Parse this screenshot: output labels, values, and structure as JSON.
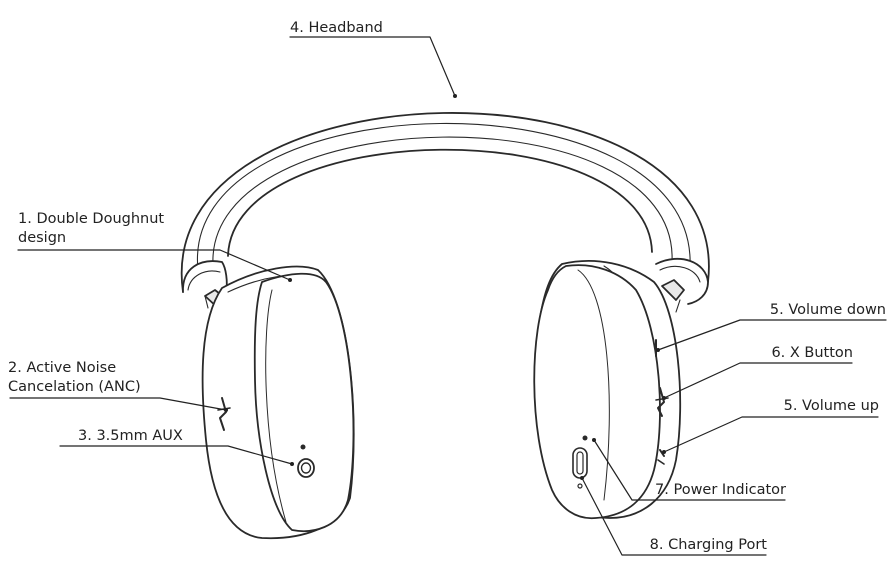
{
  "diagram": {
    "colors": {
      "line": "#2a2a2a",
      "fill": "#ffffff",
      "shade": "#e9e9e9",
      "text": "#222222"
    },
    "callouts": {
      "headband": "4. Headband",
      "double_doughnut_line1": "1. Double Doughnut",
      "double_doughnut_line2": "design",
      "anc_line1": "2. Active Noise",
      "anc_line2": "Cancelation (ANC)",
      "aux": "3. 3.5mm AUX",
      "volume_down": "5. Volume down",
      "x_button": "6. X Button",
      "volume_up": "5. Volume up",
      "power_indicator": "7. Power Indicator",
      "charging_port": "8. Charging Port"
    }
  }
}
